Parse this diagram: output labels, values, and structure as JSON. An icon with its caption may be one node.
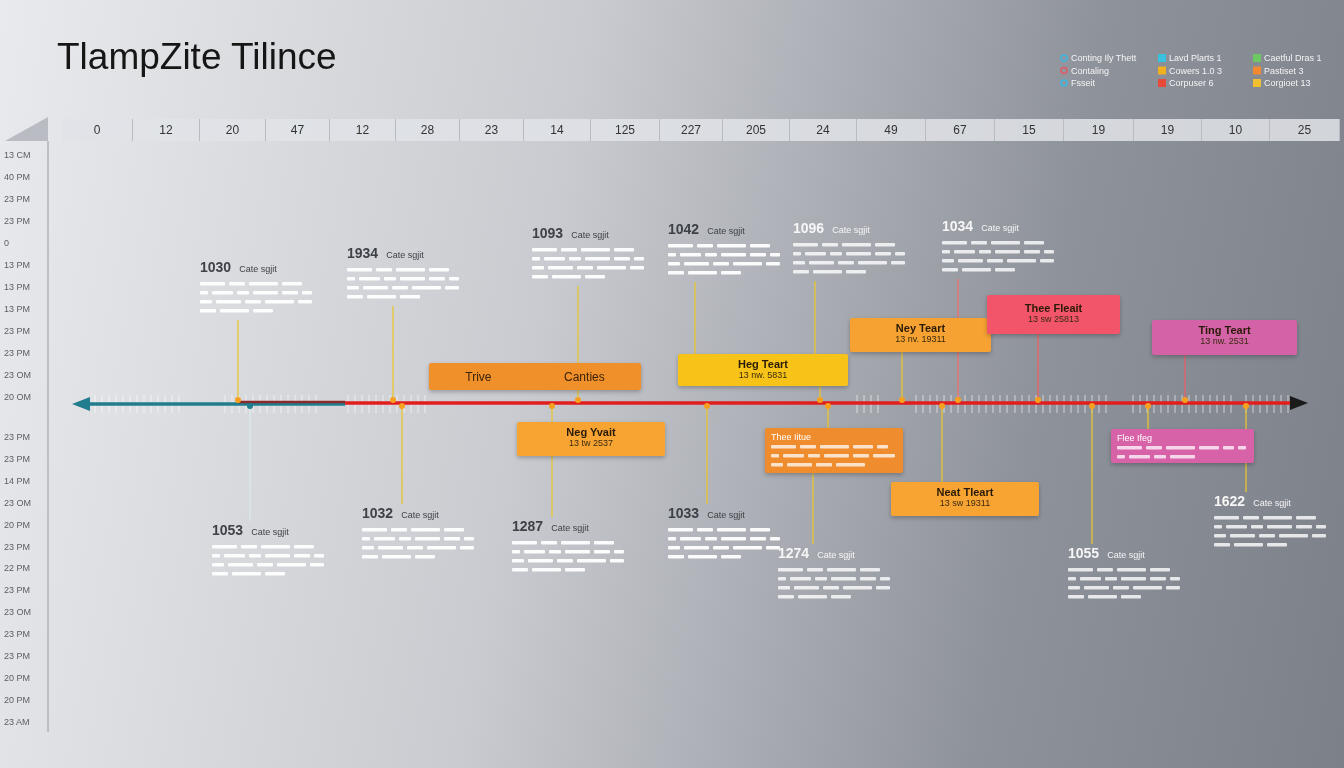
{
  "diagram": {
    "title": "TlampZite Tilince",
    "nodes": [
      {
        "text": [
          "1030",
          "Cate sgjit"
        ]
      },
      {
        "text": [
          "1934",
          "Cate sgjit"
        ]
      },
      {
        "text": [
          "1093",
          "Cate sgjit"
        ]
      },
      {
        "text": [
          "1042",
          "Cate sgjit"
        ]
      },
      {
        "text": [
          "1096",
          "Cate sgjit"
        ]
      },
      {
        "text": [
          "1034",
          "Cate sgjit"
        ]
      },
      {
        "text": [
          "Trive",
          "Canties"
        ]
      },
      {
        "text": [
          "Heg Teart",
          "13 nw. 5831"
        ]
      },
      {
        "text": [
          "Ney Teart",
          "13 nv. 19311"
        ]
      },
      {
        "text": [
          "Thee Fleait",
          "13 sw 25813"
        ]
      },
      {
        "text": [
          "Ting Teart",
          "13 nw. 2531"
        ]
      },
      {
        "text": [
          "Neg Yvait",
          "13 tw 2537"
        ]
      },
      {
        "text": [
          "Thee Iitue"
        ]
      },
      {
        "text": [
          "Neat Tleart",
          "13 sw 19311"
        ]
      },
      {
        "text": [
          "Flee Ifeg"
        ]
      },
      {
        "text": [
          "1053",
          "Cate sgjit"
        ]
      },
      {
        "text": [
          "1032",
          "Cate sgjit"
        ]
      },
      {
        "text": [
          "1287",
          "Cate sgjit"
        ]
      },
      {
        "text": [
          "1033",
          "Cate sgjit"
        ]
      },
      {
        "text": [
          "1274",
          "Cate sgjit"
        ]
      },
      {
        "text": [
          "1055",
          "Cate sgjit"
        ]
      },
      {
        "text": [
          "1622",
          "Cate sgjit"
        ]
      }
    ],
    "edges": [
      {
        "from": 0,
        "to": null,
        "arrow": "none"
      },
      {
        "from": 1,
        "to": null,
        "arrow": "none"
      },
      {
        "from": 2,
        "to": 6,
        "arrow": "none"
      },
      {
        "from": 6,
        "to": null,
        "arrow": "none"
      },
      {
        "from": 3,
        "to": 7,
        "arrow": "none"
      },
      {
        "from": 4,
        "to": 7,
        "arrow": "none"
      },
      {
        "from": 5,
        "to": null,
        "arrow": "none",
        "color": "#f07070"
      },
      {
        "from": 7,
        "to": null,
        "arrow": "none"
      },
      {
        "from": 8,
        "to": null,
        "arrow": "none"
      },
      {
        "from": 9,
        "to": null,
        "arrow": "none",
        "color": "#f06060"
      },
      {
        "from": 10,
        "to": null,
        "arrow": "none",
        "color": "#e8606a"
      },
      {
        "from": 17,
        "to": 11,
        "arrow": "none"
      },
      {
        "from": 11,
        "to": null,
        "arrow": "none"
      },
      {
        "from": null,
        "to": 12,
        "arrow": "none"
      },
      {
        "from": 12,
        "to": 19,
        "arrow": "none"
      },
      {
        "from": null,
        "to": 13,
        "arrow": "none"
      },
      {
        "from": null,
        "to": 14,
        "arrow": "none"
      },
      {
        "from": 15,
        "to": null,
        "arrow": "none",
        "color": "#d8ecef"
      },
      {
        "from": 16,
        "to": null,
        "arrow": "none"
      },
      {
        "from": 18,
        "to": null,
        "arrow": "none"
      },
      {
        "from": 20,
        "to": null,
        "arrow": "none"
      },
      {
        "from": 21,
        "to": null,
        "arrow": "none"
      }
    ],
    "labels": [
      "0",
      "12",
      "20",
      "47",
      "12",
      "28",
      "23",
      "14",
      "125",
      "227",
      "205",
      "24",
      "49",
      "67",
      "15",
      "19",
      "19",
      "10",
      "25",
      "13 CM",
      "40 PM",
      "23 PM",
      "23 PM",
      "0",
      "13 PM",
      "13 PM",
      "13 PM",
      "23 PM",
      "23 PM",
      "23 OM",
      "20 OM",
      "23 PM",
      "23 PM",
      "14 PM",
      "23 OM",
      "20 PM",
      "23 PM",
      "22 PM",
      "23 PM",
      "23 OM",
      "23 PM",
      "23 PM",
      "20 PM",
      "20 PM",
      "23 AM"
    ],
    "legend": [
      {
        "text": "Conting Ily Thett",
        "color": "#3ab6e0"
      },
      {
        "text": "Contaling",
        "color": "#e05a6a"
      },
      {
        "text": "Fsseit",
        "color": "#3ab6e0"
      },
      {
        "text": "Lavd Plarts 1",
        "color": "#3cc0e0"
      },
      {
        "text": "Cowers 1.0 3",
        "color": "#f0b020"
      },
      {
        "text": "Corpuser 6",
        "color": "#e84a3a"
      },
      {
        "text": "Caetful Dras 1",
        "color": "#6cc860"
      },
      {
        "text": "Pastiset 3",
        "color": "#f08a30"
      },
      {
        "text": "Corgioet 13",
        "color": "#f0c030"
      }
    ]
  }
}
